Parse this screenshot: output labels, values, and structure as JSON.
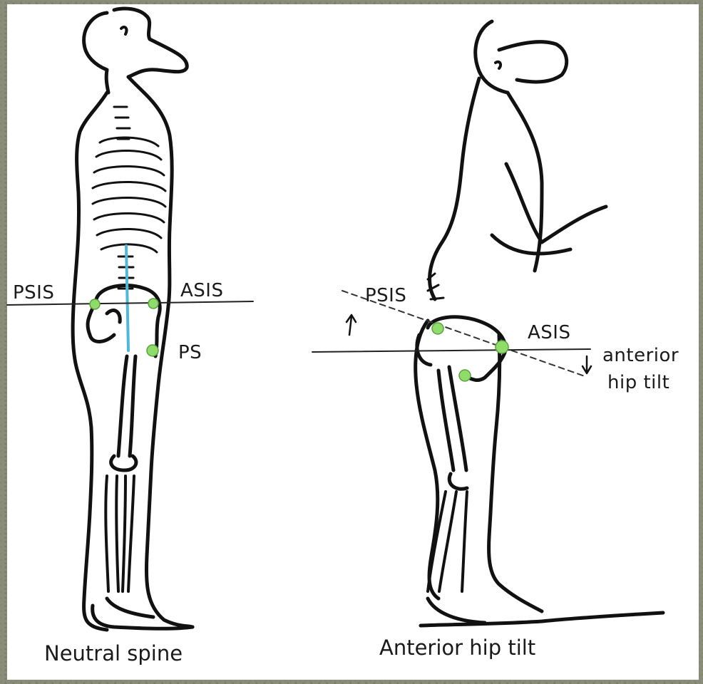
{
  "colors": {
    "background_texture": "#8a8d7a",
    "ink": "#111111",
    "landmark_green": "#8fdc6a",
    "spine_line_blue": "#4fb8d8"
  },
  "left_figure": {
    "caption": "Neutral spine",
    "labels": {
      "psis": "PSIS",
      "asis": "ASIS",
      "ps": "PS"
    }
  },
  "right_figure": {
    "caption": "Anterior hip tilt",
    "labels": {
      "psis": "PSIS",
      "asis": "ASIS",
      "tilt_line1": "anterior",
      "tilt_line2": "hip tilt"
    }
  }
}
